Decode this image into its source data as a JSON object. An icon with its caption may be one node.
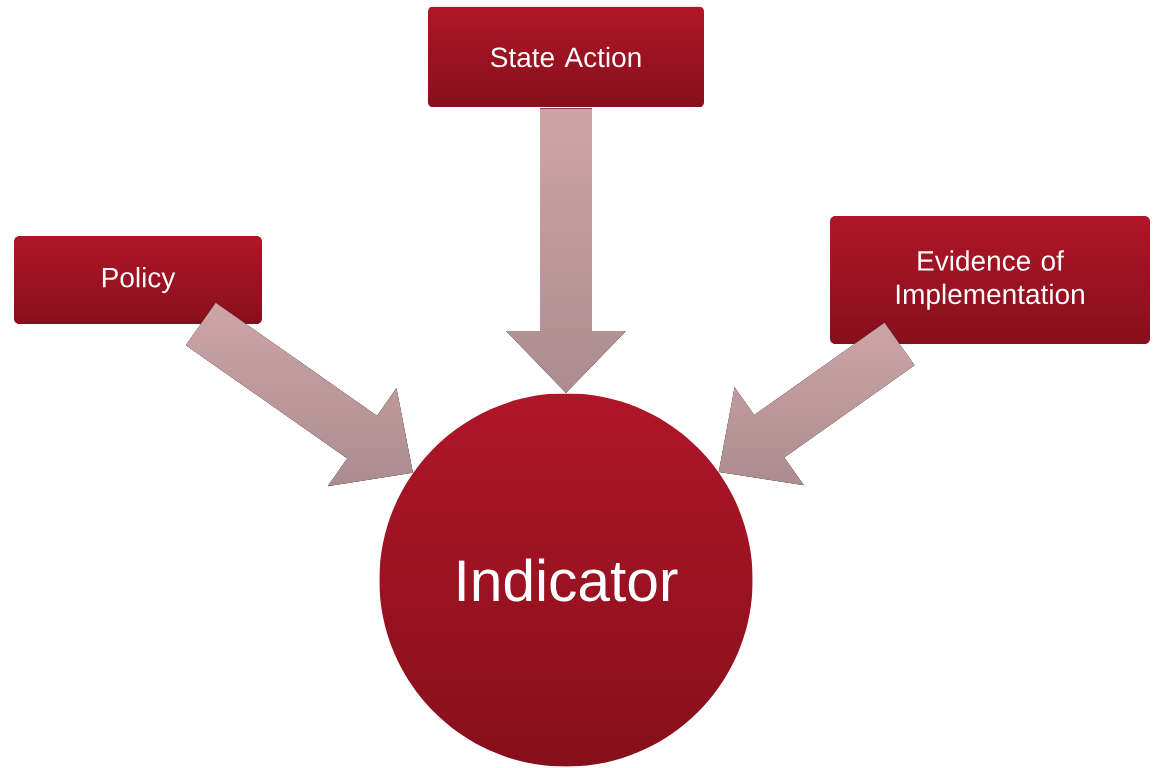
{
  "diagram": {
    "nodes": [
      {
        "text": [
          "Policy"
        ]
      },
      {
        "text": [
          "State Action"
        ]
      },
      {
        "text": [
          "Evidence of Implementation"
        ]
      },
      {
        "text": [
          "Indicator"
        ]
      }
    ],
    "edges": [
      {
        "from": 0,
        "to": 3,
        "arrow": "to"
      },
      {
        "from": 1,
        "to": 3,
        "arrow": "to"
      },
      {
        "from": 2,
        "to": 3,
        "arrow": "to"
      }
    ]
  }
}
